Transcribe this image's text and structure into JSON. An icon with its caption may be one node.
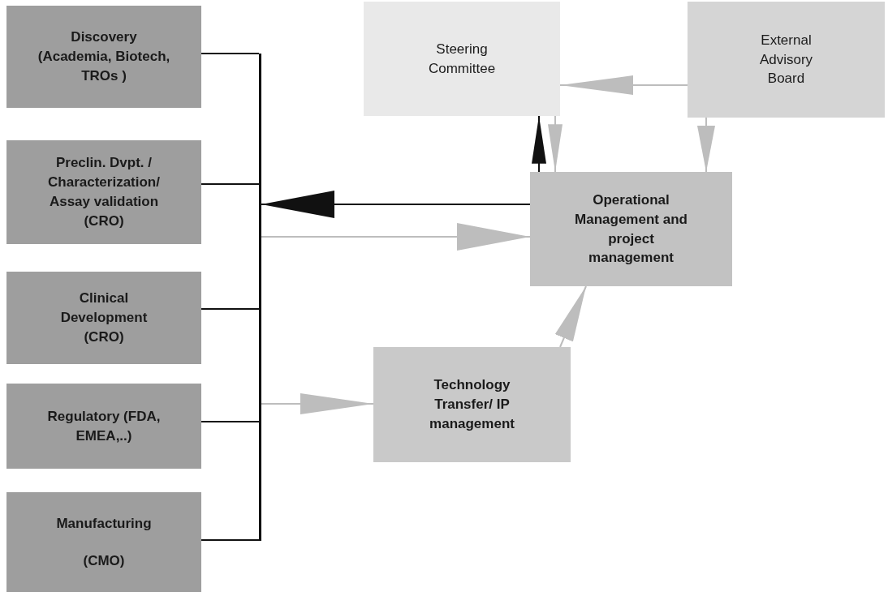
{
  "diagram": {
    "nodes": [
      {
        "text": [
          "Discovery (Academia, Biotech, TROs )"
        ]
      },
      {
        "text": [
          "Preclin. Dvpt. / Characterization/ Assay validation (CRO)"
        ]
      },
      {
        "text": [
          "Clinical Development (CRO)"
        ]
      },
      {
        "text": [
          "Regulatory (FDA, EMEA,..)"
        ]
      },
      {
        "text": [
          "Manufacturing",
          "(CMO)"
        ]
      },
      {
        "text": [],
        "shape": "bar"
      },
      {
        "text": [
          "Steering Committee"
        ]
      },
      {
        "text": [
          "External Advisory Board"
        ]
      },
      {
        "text": [
          "Operational Management and project management"
        ]
      },
      {
        "text": [
          "Technology Transfer/ IP management"
        ]
      }
    ],
    "edges": [
      {
        "from": 0,
        "to": 5,
        "arrow": "none"
      },
      {
        "from": 1,
        "to": 5,
        "arrow": "none"
      },
      {
        "from": 2,
        "to": 5,
        "arrow": "none"
      },
      {
        "from": 3,
        "to": 5,
        "arrow": "none"
      },
      {
        "from": 4,
        "to": 5,
        "arrow": "none"
      },
      {
        "from": 7,
        "to": 6,
        "arrow": "to",
        "color": "#bdbdbd"
      },
      {
        "from": 8,
        "to": 6,
        "arrow": "to"
      },
      {
        "from": 6,
        "to": 8,
        "arrow": "to",
        "color": "#bdbdbd"
      },
      {
        "from": 7,
        "to": 8,
        "arrow": "to",
        "color": "#bdbdbd"
      },
      {
        "from": 8,
        "to": 5,
        "arrow": "to"
      },
      {
        "from": 5,
        "to": 8,
        "arrow": "to",
        "color": "#bdbdbd"
      },
      {
        "from": 5,
        "to": 9,
        "arrow": "to",
        "color": "#bdbdbd"
      },
      {
        "from": 9,
        "to": 8,
        "arrow": "to",
        "color": "#bdbdbd"
      }
    ]
  }
}
